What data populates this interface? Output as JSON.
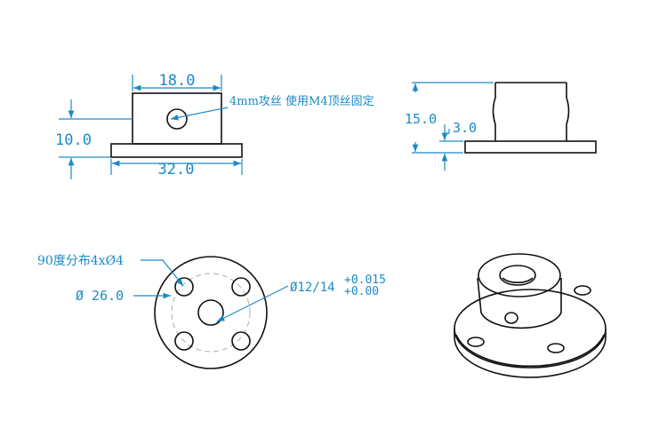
{
  "colors": {
    "dimension": "#1a8ac6",
    "outline": "#111111",
    "hidden": "#b8b8b8"
  },
  "front_view": {
    "width_top": "18.0",
    "width_base": "32.0",
    "height": "10.0",
    "note": "4mm攻丝 使用M4顶丝固定"
  },
  "side_view": {
    "height": "15.0",
    "flange": "3.0"
  },
  "top_view": {
    "holes": "90度分布4xØ4",
    "pcd": "Ø 26.0",
    "bore": "Ø12/14",
    "tol_upper": "+0.015",
    "tol_lower": "+0.00"
  }
}
